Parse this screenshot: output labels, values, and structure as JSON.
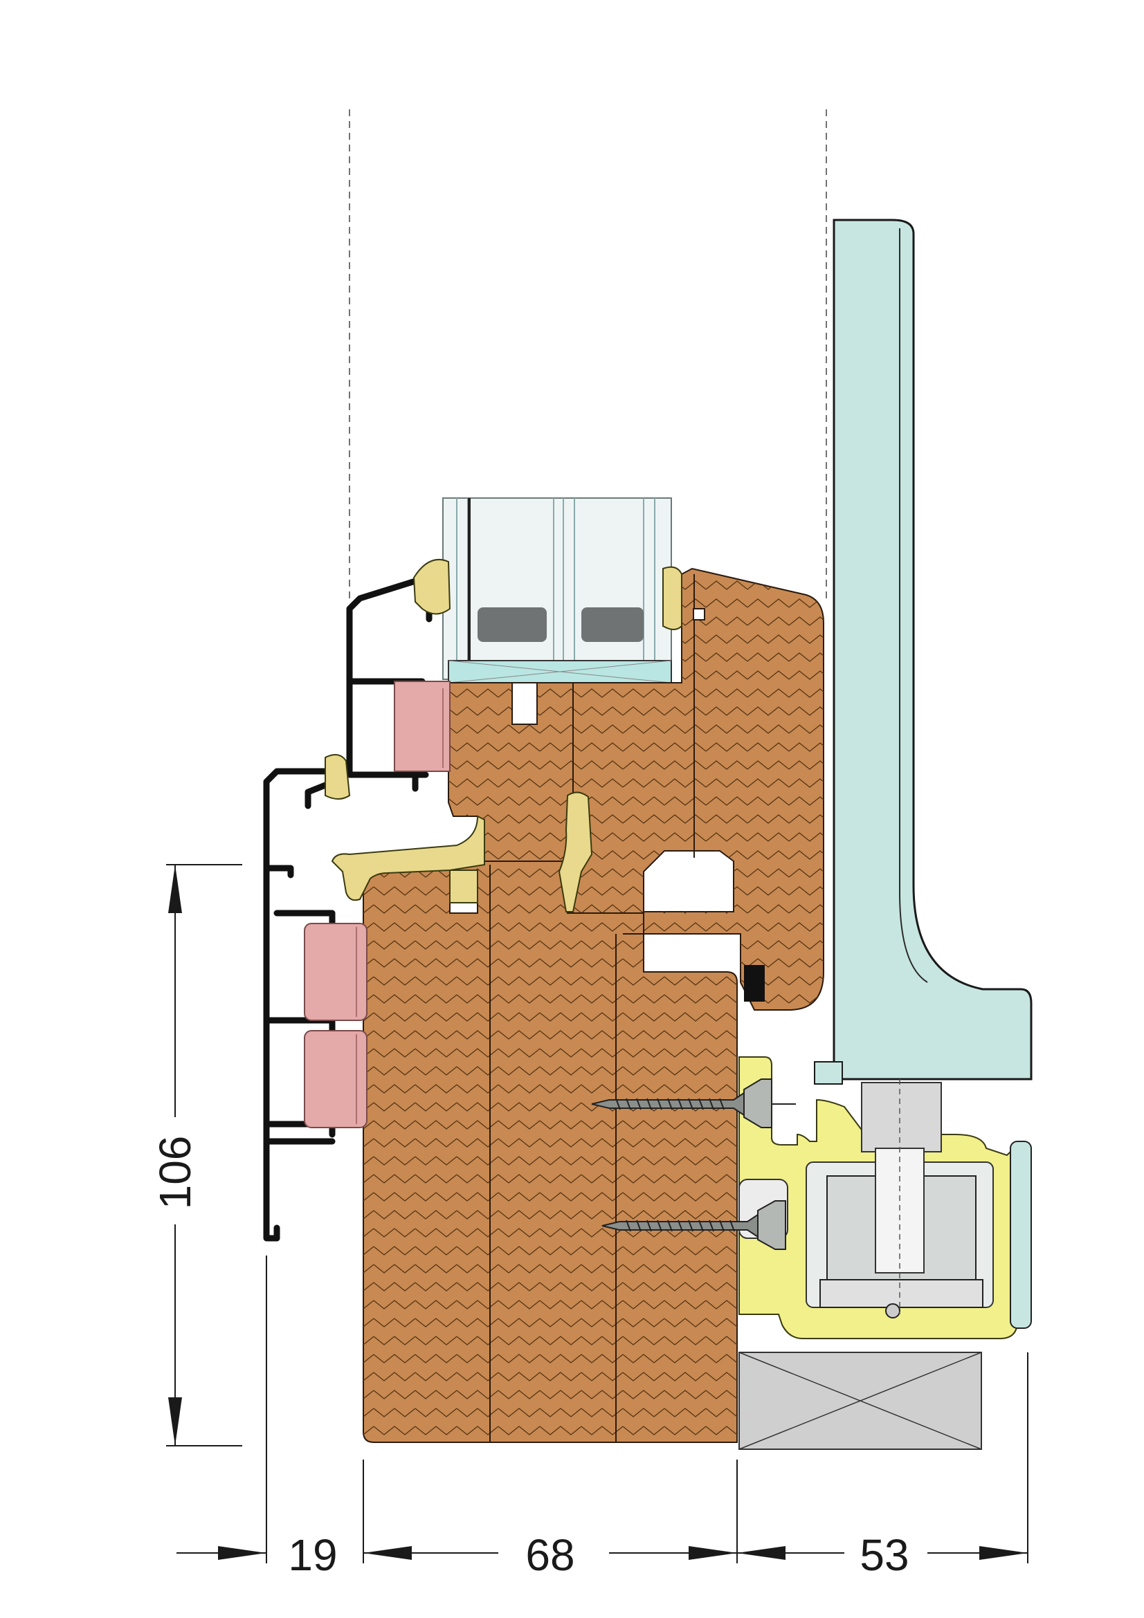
{
  "colors": {
    "wood": "#c88a52",
    "wood_grain": "#5a3516",
    "aluminium_profile": "#111111",
    "thermal_break": "#e4a9a9",
    "gasket": "#e8d98c",
    "glass_spacer": "#6f7373",
    "glass_edge": "#b9e6e2",
    "slab_frame": "#c7e6e1",
    "track_profile": "#f1f08a",
    "concrete_block": "#cfcfcf"
  },
  "icons": [
    "screw-icon",
    "roller-carriage-icon",
    "insulating-glass-unit-icon"
  ],
  "dimensions": {
    "height": {
      "label": "106"
    },
    "widths": [
      {
        "label": "19"
      },
      {
        "label": "68"
      },
      {
        "label": "53"
      }
    ]
  }
}
